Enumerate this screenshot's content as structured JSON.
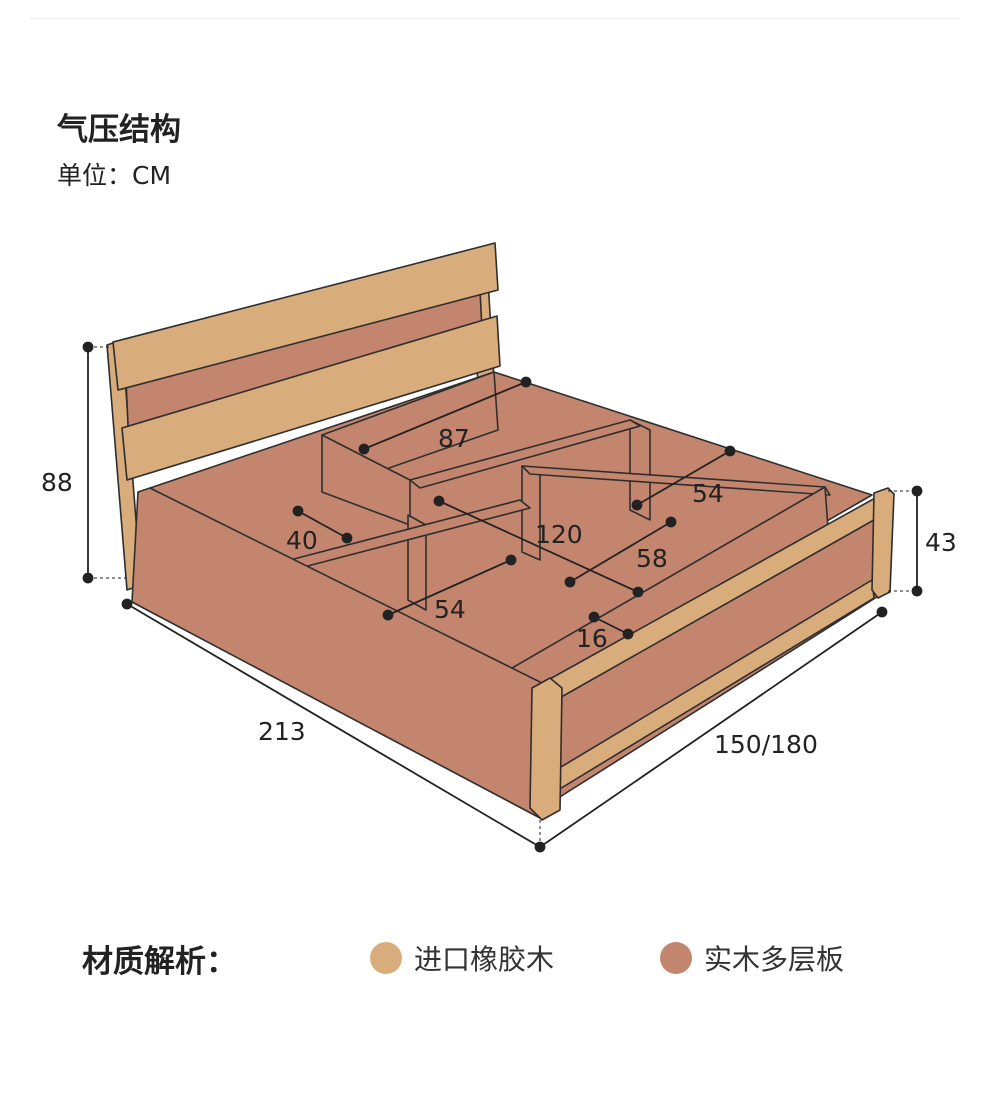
{
  "header": {
    "title": "气压结构",
    "unit": "单位：CM"
  },
  "dimensions": {
    "headboard_height": "88",
    "side_height": "43",
    "length": "213",
    "width": "150/180",
    "compartment_top_width": "87",
    "compartment_right_width": "54",
    "divider_gap": "40",
    "center_length": "120",
    "center_right_width": "58",
    "compartment_left_width": "54",
    "rail_width": "16"
  },
  "legend": {
    "title": "材质解析：",
    "items": [
      {
        "label": "进口橡胶木",
        "color": "#d9ac7c"
      },
      {
        "label": "实木多层板",
        "color": "#c4856f"
      }
    ]
  },
  "colors": {
    "rubberwood": "#d9ac7c",
    "plywood": "#c4856f",
    "outline": "#2e2e2e"
  }
}
